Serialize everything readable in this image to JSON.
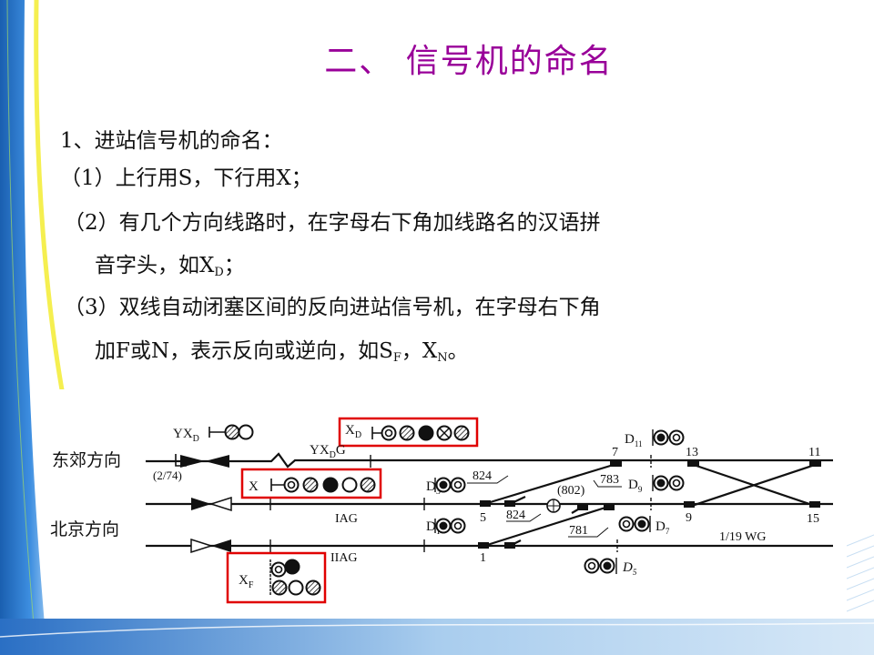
{
  "title": "二、 信号机的命名",
  "body": {
    "l1": "1、进站信号机的命名：",
    "l2": "（1）上行用S，下行用X；",
    "l3": "（2）有几个方向线路时，在字母右下角加线路名的汉语拼",
    "l4a": "音字头，如X",
    "l4sub": "D",
    "l4b": "；",
    "l5": "（3）双线自动闭塞区间的反向进站信号机，在字母右下角",
    "l6a": "加F或N，表示反向或逆向，如S",
    "l6sub1": "F",
    "l6b": "，X",
    "l6sub2": "N",
    "l6c": "。"
  },
  "diagram": {
    "dir_east": "东郊方向",
    "dir_beijing": "北京方向",
    "yxd": "YX",
    "yxd_sub": "D",
    "xd": "X",
    "xd_sub": "D",
    "yxdg": "YX",
    "yxdg_sub": "D",
    "yxdg_end": "G",
    "ratio": "(2/74)",
    "x": "X",
    "d3": "D",
    "d3_sub": "3",
    "d1": "D",
    "d1_sub": "1",
    "d11": "D",
    "d11_sub": "11",
    "d9": "D",
    "d9_sub": "9",
    "d7": "D",
    "d7_sub": "7",
    "d5": "D",
    "d5_sub": "5",
    "iag": "IAG",
    "iiag": "IIAG",
    "xf": "X",
    "xf_sub": "F",
    "n824a": "824",
    "n824b": "824",
    "n783": "783",
    "n781": "781",
    "n802": "(802)",
    "sw1": "1",
    "sw5": "5",
    "sw7": "7",
    "sw9": "9",
    "sw11": "11",
    "sw13": "13",
    "sw15": "15",
    "wg": "1/19  WG"
  },
  "colors": {
    "title": "#990099",
    "highlight": "#e00000"
  }
}
